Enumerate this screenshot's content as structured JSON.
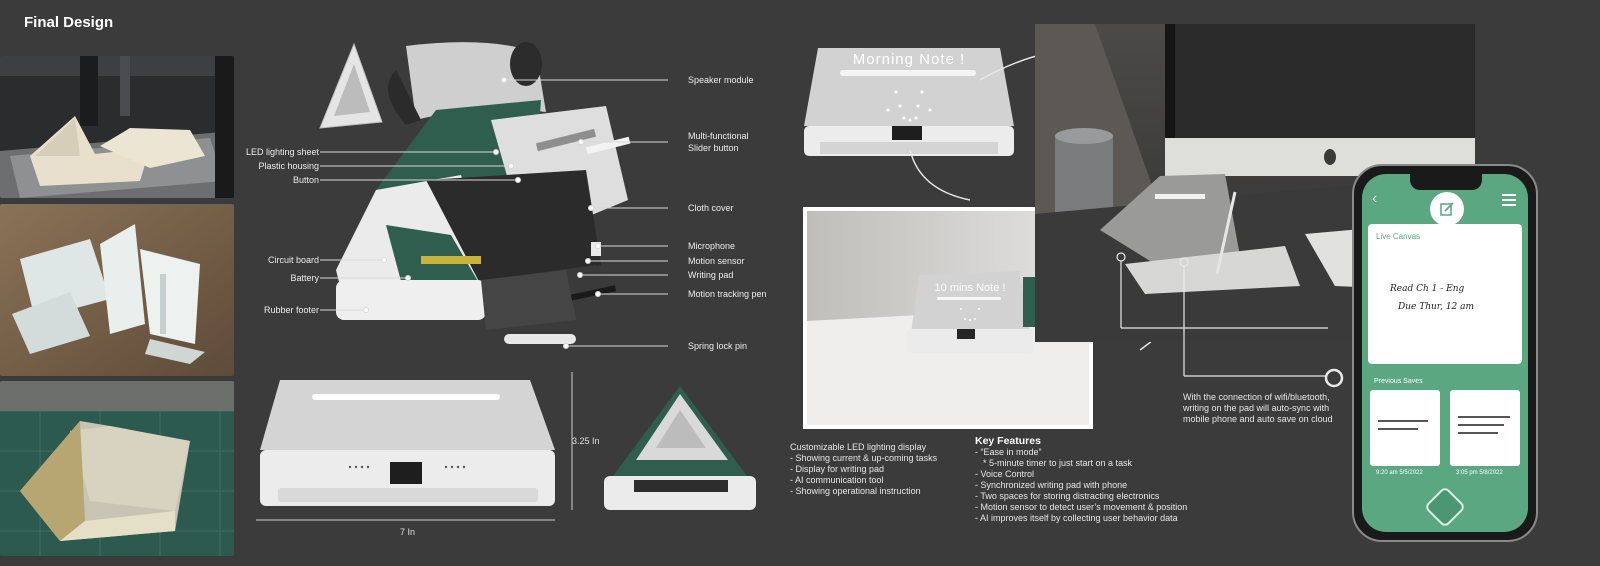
{
  "title": "Final Design",
  "left_photos": [
    {
      "name": "3d-print-photo"
    },
    {
      "name": "prototype-parts-photo"
    },
    {
      "name": "cloth-prototype-photo"
    }
  ],
  "exploded_labels_left": [
    "LED lighting sheet",
    "Plastic housing",
    "Button",
    "Circuit board",
    "Battery",
    "Rubber footer"
  ],
  "exploded_labels_right": [
    "Speaker module",
    "Multi-functional",
    "Slider button",
    "Cloth cover",
    "Microphone",
    "Motion sensor",
    "Writing pad",
    "Motion tracking pen",
    "Spring lock pin"
  ],
  "dimensions": {
    "height": "3.25 In",
    "width": "7 In"
  },
  "led_display_top": "Morning Note !",
  "led_display_photo": "10 mins Note !",
  "led_features": {
    "title": "Customizable LED lighting display",
    "items": [
      "- Showing current & up-coming tasks",
      "- Display for writing pad",
      "- AI communication tool",
      "- Showing operational instruction"
    ]
  },
  "key_features": {
    "title": "Key Features",
    "items": [
      "- “Ease in mode”",
      "  * 5-minute timer to just start on a task",
      "- Voice Control",
      "- Synchronized writing pad with phone",
      "- Two spaces for storing distracting electronics",
      "- Motion sensor to detect user’s movement & position",
      "- AI improves itself by collecting user behavior data"
    ]
  },
  "sync_caption": [
    "With the connection of wifi/bluetooth,",
    "writing on the pad will auto-sync with",
    "mobile phone and auto save on cloud"
  ],
  "phone": {
    "live_canvas_label": "Live Canvas",
    "note_line1": "Read  Ch 1 - Eng",
    "note_line2": "Due  Thur,  12 am",
    "previous_saves_label": "Previous Saves",
    "save1_date": "9:20 am 5/5/2022",
    "save2_date": "3:05 pm 5/8/2022"
  },
  "colors": {
    "background": "#3b3b3c",
    "accent_green": "#5aa782",
    "dark_green": "#2f5e4f",
    "device_white": "#e9e9e9"
  }
}
